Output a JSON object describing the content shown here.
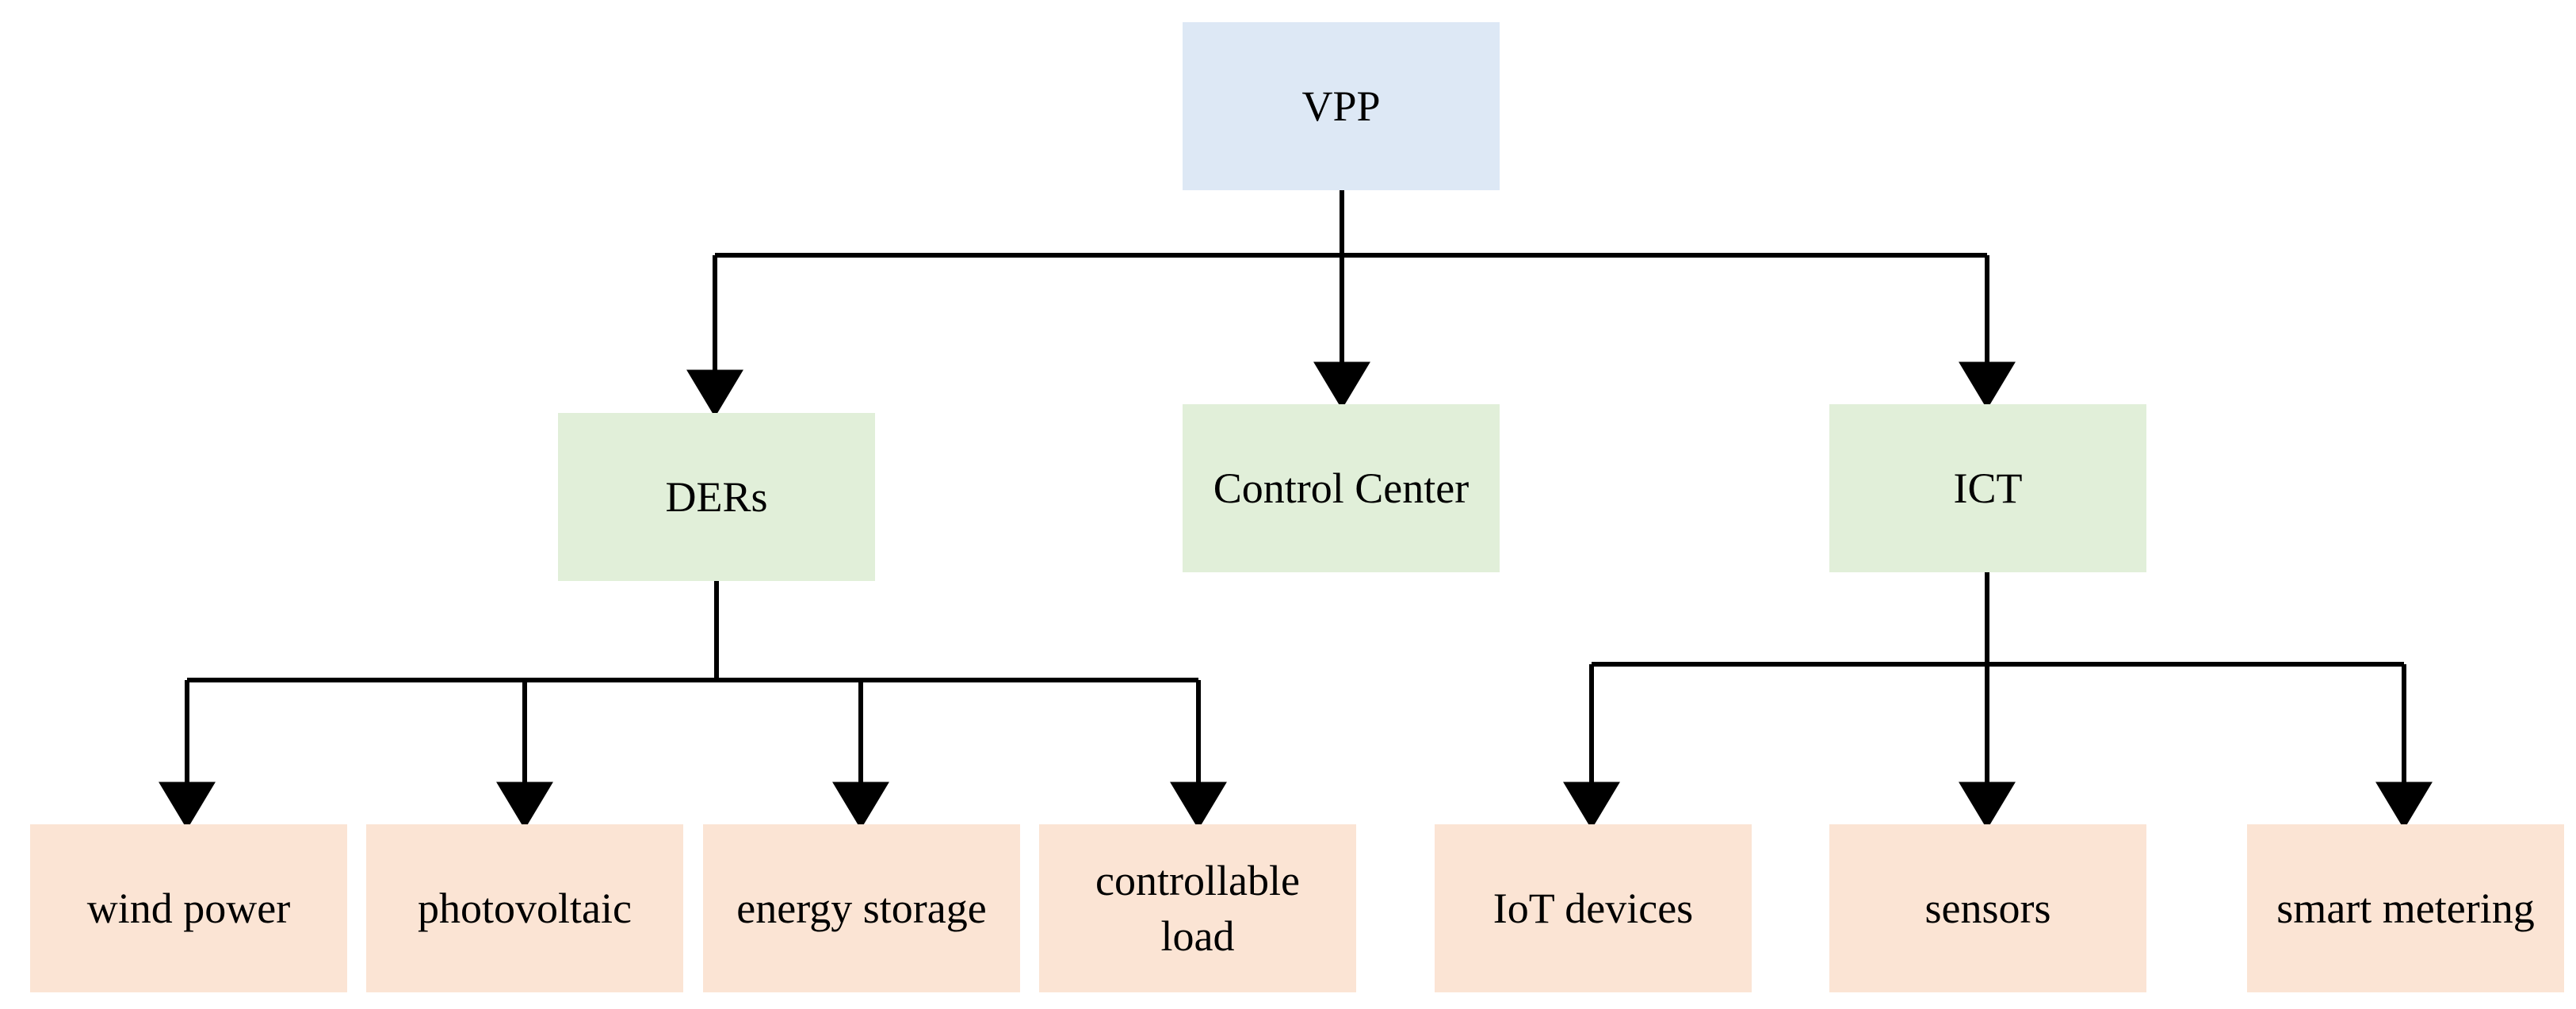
{
  "diagram": {
    "colors": {
      "root_fill": "#dde8f5",
      "level2_fill": "#e1efd9",
      "level3_fill": "#fbe4d4",
      "connector": "#000000"
    },
    "root": {
      "label": "VPP"
    },
    "level2": [
      {
        "label": "DERs"
      },
      {
        "label": "Control Center"
      },
      {
        "label": "ICT"
      }
    ],
    "ders_children": [
      {
        "label": "wind power"
      },
      {
        "label": "photovoltaic"
      },
      {
        "label": "energy storage"
      },
      {
        "label": "controllable\nload"
      }
    ],
    "ict_children": [
      {
        "label": "IoT devices"
      },
      {
        "label": "sensors"
      },
      {
        "label": "smart metering"
      }
    ],
    "edges": [
      [
        "VPP",
        "DERs"
      ],
      [
        "VPP",
        "Control Center"
      ],
      [
        "VPP",
        "ICT"
      ],
      [
        "DERs",
        "wind power"
      ],
      [
        "DERs",
        "photovoltaic"
      ],
      [
        "DERs",
        "energy storage"
      ],
      [
        "DERs",
        "controllable load"
      ],
      [
        "ICT",
        "IoT devices"
      ],
      [
        "ICT",
        "sensors"
      ],
      [
        "ICT",
        "smart metering"
      ]
    ]
  }
}
